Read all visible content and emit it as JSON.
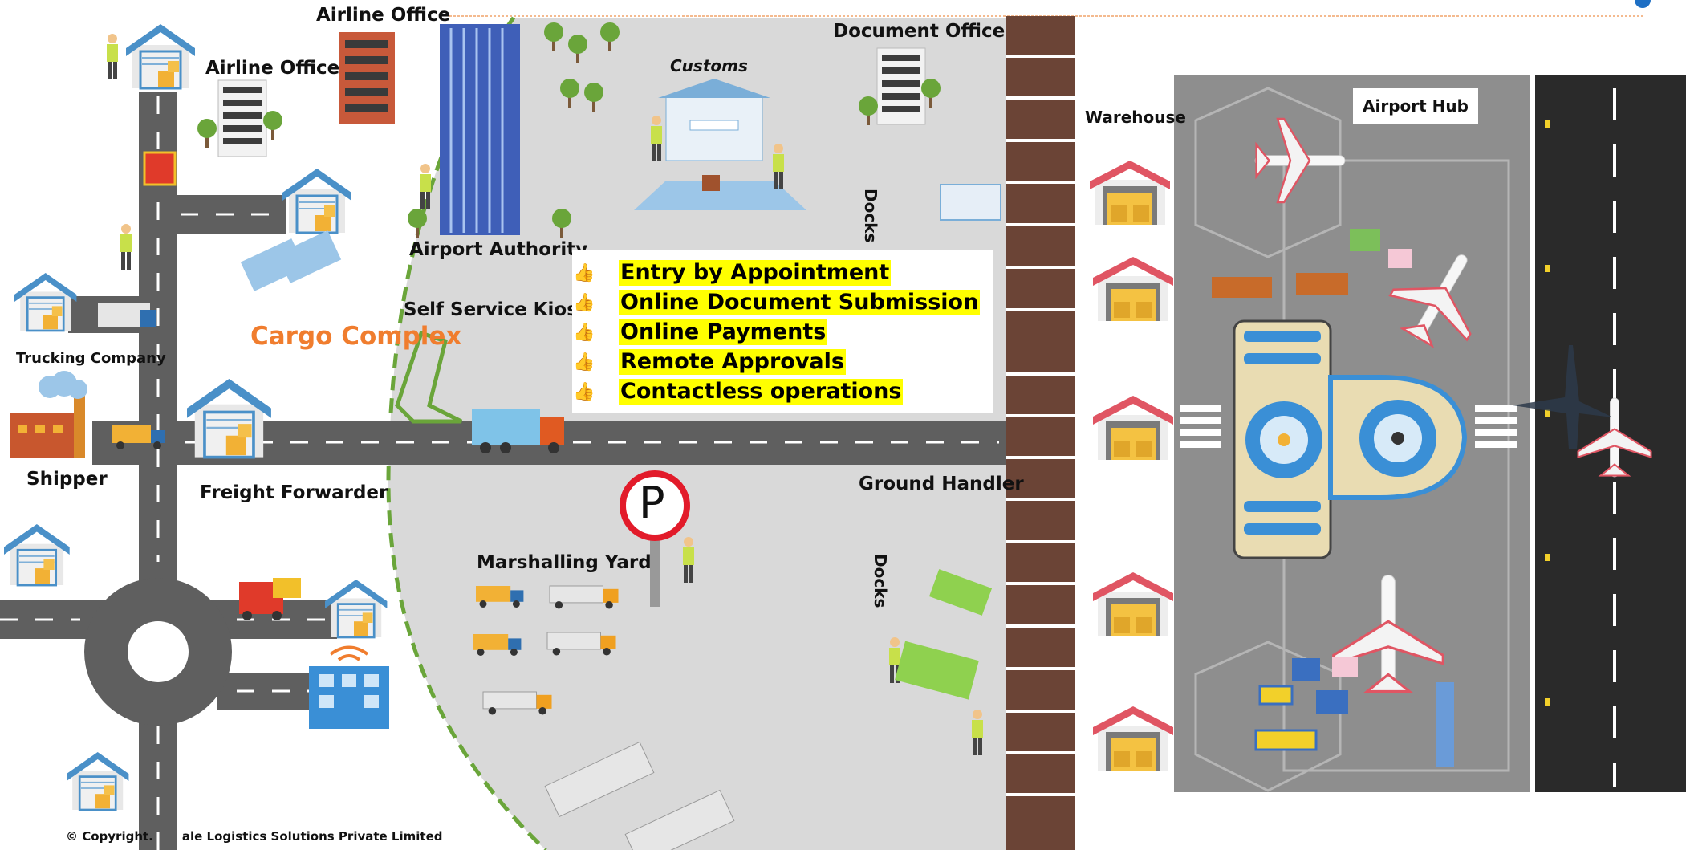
{
  "labels": {
    "airline_office_top": "Airline Office",
    "airline_office_left": "Airline Office",
    "document_office": "Document Office",
    "customs": "Customs",
    "docks_top": "Docks",
    "docks_bottom": "Docks",
    "warehouse": "Warehouse",
    "airport_hub": "Airport Hub",
    "airport_authority": "Airport Authority",
    "self_service_kiosk": "Self Service Kiosk",
    "cargo_complex": "Cargo Complex",
    "trucking_company": "Trucking Company",
    "shipper": "Shipper",
    "freight_forwarder": "Freight Forwarder",
    "marshalling_yard": "Marshalling Yard",
    "ground_handler": "Ground Handler",
    "parking_sign": "P",
    "copyright": "© Copyright.",
    "copyright_tail": "ale Logistics Solutions Private Limited"
  },
  "benefits": [
    "Entry by Appointment",
    "Online Document Submission",
    "Online Payments",
    "Remote Approvals",
    "Contactless operations"
  ],
  "colors": {
    "cargo_complex": "#f07d2e",
    "highlight": "#ffff00",
    "warehouse_roof": "#4a90c8",
    "hub_roof": "#e05563",
    "road": "#5f5f5f",
    "complex_bg": "#d9d9d9",
    "dock_wall": "#6b4436",
    "apron": "#8e8e8e",
    "runway": "#2a2a2a",
    "boundary": "#6aa53a"
  },
  "icons": [
    "thumbs-up-icon",
    "warehouse-icon",
    "truck-icon",
    "airplane-icon",
    "kiosk-icon",
    "parking-sign-icon",
    "worker-icon",
    "tree-icon",
    "office-building-icon",
    "factory-icon"
  ]
}
